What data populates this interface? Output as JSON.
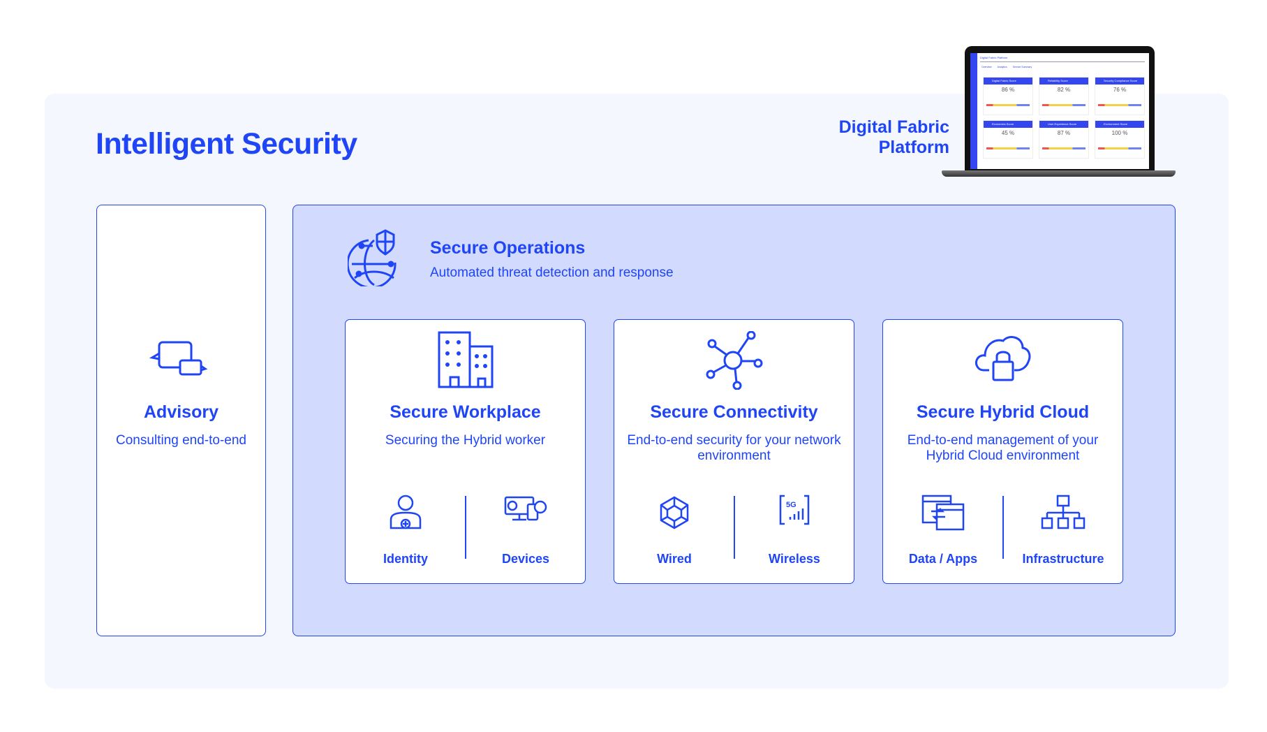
{
  "title": "Intelligent Security",
  "platform": {
    "label_line1": "Digital Fabric",
    "label_line2": "Platform",
    "screen": {
      "app_title": "Digital Fabric Platform",
      "tabs": [
        "Overview",
        "Analytics",
        "Service Summary"
      ],
      "scores": [
        {
          "name": "Digital Fabric Score",
          "value": "86 %"
        },
        {
          "name": "Reliability Score",
          "value": "82 %"
        },
        {
          "name": "Security Compliance Score",
          "value": "76 %"
        },
        {
          "name": "Economics Score",
          "value": "45 %"
        },
        {
          "name": "User Experience Score",
          "value": "87 %"
        },
        {
          "name": "Environment Score",
          "value": "100 %"
        }
      ]
    }
  },
  "advisory": {
    "title": "Advisory",
    "desc": "Consulting end-to-end"
  },
  "operations": {
    "title": "Secure Operations",
    "desc": "Automated threat detection and response"
  },
  "cards": [
    {
      "title": "Secure Workplace",
      "desc": "Securing the Hybrid worker",
      "subs": [
        "Identity",
        "Devices"
      ]
    },
    {
      "title": "Secure Connectivity",
      "desc": "End-to-end security for your network environment",
      "subs": [
        "Wired",
        "Wireless"
      ]
    },
    {
      "title": "Secure Hybrid Cloud",
      "desc": "End-to-end management of your Hybrid Cloud environment",
      "subs": [
        "Data / Apps",
        "Infrastructure"
      ]
    }
  ],
  "colors": {
    "accent": "#1f45f5",
    "ops_bg": "#d2dbfd",
    "panel_bg": "#f4f7fe"
  }
}
